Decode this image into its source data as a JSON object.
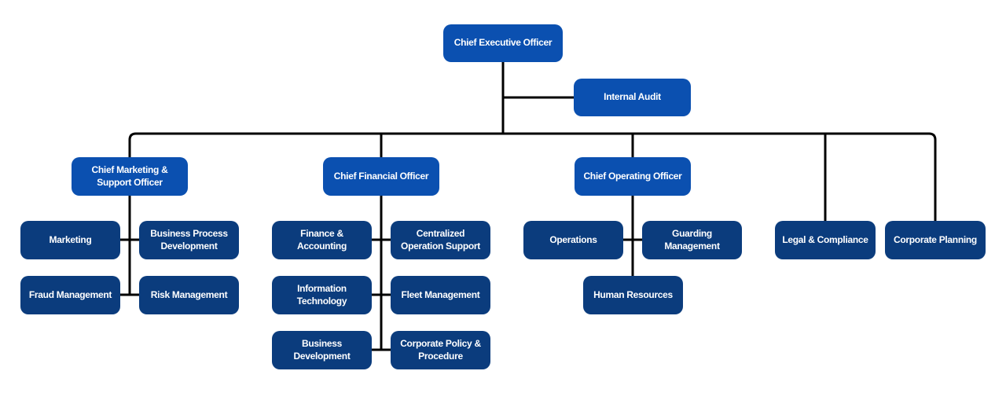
{
  "org": {
    "ceo": {
      "label": "Chief Executive Officer"
    },
    "staff": {
      "label": "Internal Audit"
    },
    "branches": [
      {
        "officer": {
          "label": "Chief Marketing & Support Officer"
        },
        "departments": [
          {
            "label": "Marketing"
          },
          {
            "label": "Business Process Development"
          },
          {
            "label": "Fraud Management"
          },
          {
            "label": "Risk Management"
          }
        ]
      },
      {
        "officer": {
          "label": "Chief Financial Officer"
        },
        "departments": [
          {
            "label": "Finance & Accounting"
          },
          {
            "label": "Centralized Operation Support"
          },
          {
            "label": "Information Technology"
          },
          {
            "label": "Fleet Management"
          },
          {
            "label": "Business Development"
          },
          {
            "label": "Corporate Policy & Procedure"
          }
        ]
      },
      {
        "officer": {
          "label": "Chief Operating Officer"
        },
        "departments": [
          {
            "label": "Operations"
          },
          {
            "label": "Guarding Management"
          },
          {
            "label": "Human Resources"
          }
        ]
      }
    ],
    "independent_departments": [
      {
        "label": "Legal & Compliance"
      },
      {
        "label": "Corporate Planning"
      }
    ]
  },
  "colors": {
    "officer_fill": "#0b50b0",
    "department_fill": "#0b3c7d",
    "connector": "#000000",
    "text": "#ffffff",
    "background": "#ffffff"
  }
}
